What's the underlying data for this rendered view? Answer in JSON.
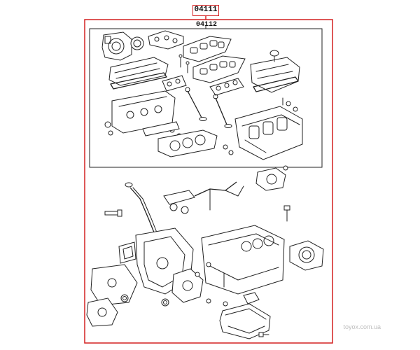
{
  "diagram": {
    "main_code": "04111",
    "sub_code": "04112",
    "watermark": "toyox.com.ua",
    "colors": {
      "frame": "#d42020",
      "line": "#222222",
      "background": "#ffffff",
      "watermark": "#bdbdbd"
    }
  }
}
